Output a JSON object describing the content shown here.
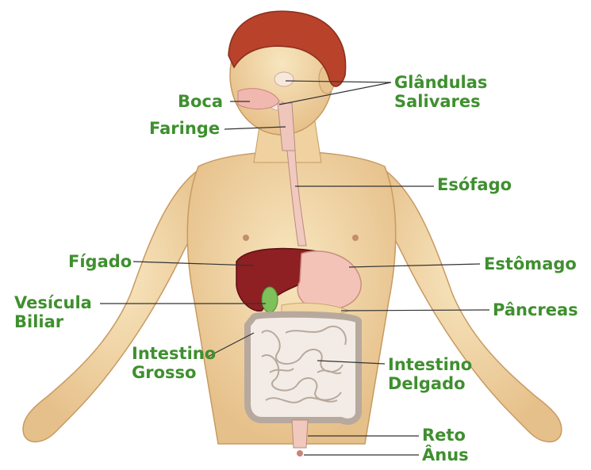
{
  "labels": {
    "glandulas_line1": "Glândulas",
    "glandulas_line2": "Salivares",
    "boca": "Boca",
    "faringe": "Faringe",
    "esofago": "Esófago",
    "figado": "Fígado",
    "estomago": "Estômago",
    "vesicula_line1": "Vesícula",
    "vesicula_line2": "Biliar",
    "pancreas": "Pâncreas",
    "intestino_grosso_line1": "Intestino",
    "intestino_grosso_line2": "Grosso",
    "intestino_delgado_line1": "Intestino",
    "intestino_delgado_line2": "Delgado",
    "reto": "Reto",
    "anus": "Ânus"
  },
  "colors": {
    "label_text": "#3f8f2f",
    "skin": "#f3d9a8",
    "skin_shadow": "#d9b27c",
    "hair": "#b8422a",
    "liver": "#8e1f22",
    "stomach": "#f4c3b8",
    "gallbladder": "#7ec05a",
    "intestine": "#f3ece6",
    "esophagus": "#f1c9bf",
    "leader_line": "#333333"
  }
}
